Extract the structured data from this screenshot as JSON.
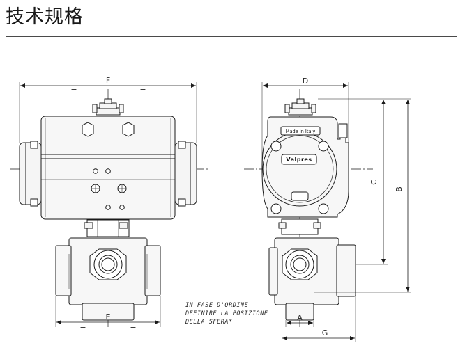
{
  "title": "技术规格",
  "dimensions": {
    "F": "F",
    "E": "E",
    "D": "D",
    "C": "C",
    "B": "B",
    "A": "A",
    "G": "G",
    "equal": "="
  },
  "note": {
    "line1": "IN FASE D'ORDINE",
    "line2": "DEFINIRE LA POSIZIONE",
    "line3": "DELLA SFERA*"
  },
  "nameplate": "Made in Italy",
  "brand": "Valpres",
  "colors": {
    "line": "#1a1a1a",
    "fill": "#f7f7f7",
    "rule": "#4a4a4a"
  }
}
